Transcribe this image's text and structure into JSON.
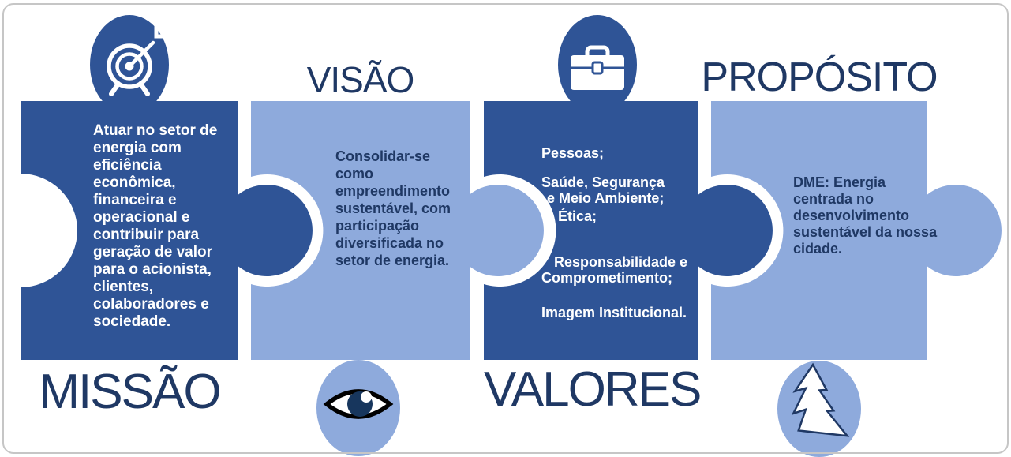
{
  "colors": {
    "dark_blue": "#2F5496",
    "light_blue": "#8EAADC",
    "navy": "#1F3864",
    "white": "#FFFFFF",
    "frame_grey": "#C6C6C6",
    "eye_outline": "#000000"
  },
  "sections": {
    "missao": {
      "label": "MISSÃO",
      "icon": "target-dart-icon",
      "body_lines": [
        "Atuar no setor de",
        "energia com",
        "eficiência",
        "econômica,",
        "financeira e",
        "operacional e",
        "contribuir para",
        "geração de valor",
        "para o acionista,",
        "clientes,",
        "colaboradores e",
        "sociedade."
      ]
    },
    "visao": {
      "label": "VISÃO",
      "icon": "eye-icon",
      "body_lines": [
        "Consolidar-se",
        "como",
        "empreendimento",
        "sustentável, com",
        "participação",
        "diversificada no",
        "setor de energia."
      ]
    },
    "valores": {
      "label": "VALORES",
      "icon": "briefcase-icon",
      "body_lines": [
        "Pessoas;",
        "Saúde, Segurança",
        "e Meio Ambiente;",
        "Ética;",
        "Responsabilidade e",
        "Comprometimento;",
        "Imagem Institucional."
      ]
    },
    "proposito": {
      "label": "PROPÓSITO",
      "icon": "lightning-bolt-icon",
      "body_lines": [
        "DME: Energia",
        "centrada no",
        "desenvolvimento",
        "sustentável da nossa",
        "cidade."
      ]
    }
  }
}
